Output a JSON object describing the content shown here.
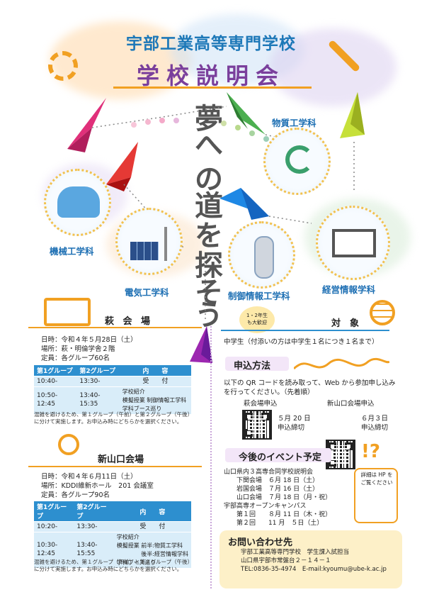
{
  "header": {
    "school": "宇部工業高等専門学校",
    "event": "学校説明会",
    "slogan": [
      "夢",
      "へ",
      "の",
      "道",
      "を",
      "探",
      "そ",
      "う"
    ]
  },
  "departments": {
    "material": "物質工学科",
    "mechanical": "機械工学科",
    "electrical": "電気工学科",
    "control": "制御情報工学科",
    "business": "経営情報学科"
  },
  "hagi": {
    "title": "萩 会 場",
    "date": "日時：令和４年５月28日（土）",
    "place": "場所：萩・明倫学舎２階",
    "capacity": "定員：各グループ60名",
    "headers": [
      "第1グループ",
      "第2グループ",
      "内　　容"
    ],
    "rows": [
      [
        "10:40-",
        "13:30-",
        "受　　付"
      ],
      [
        "10:50-\n12:45",
        "13:40-\n15:35",
        "学校紹介\n模擬授業 制御情報工学科\n学科ブース巡り"
      ]
    ],
    "note": "混雑を避けるため、第１グループ（午前）と第２グループ（午後）\nに分けて実施します。お申込み時にどちらかを選択ください。"
  },
  "shinyamaguchi": {
    "title": "新山口会場",
    "date": "日時：令和４年６月11日（土）",
    "place": "場所：KDDI維新ホール　201 会議室",
    "capacity": "定員：各グループ90名",
    "headers": [
      "第1グループ",
      "第2グループ",
      "内　　容"
    ],
    "rows": [
      [
        "10:20-",
        "13:30-",
        "受　　付"
      ],
      [
        "10:30-\n12:45",
        "13:40-\n15:55",
        "学校紹介\n模擬授業 前半:物質工学科\n　　　　 後半:経営情報学科\n学科ブース巡り"
      ]
    ],
    "note": "混雑を避けるため、第１グループ（午前）と第２グループ（午後）\nに分けて実施します。お申込み時にどちらかを選択ください。"
  },
  "target": {
    "title": "対　象",
    "badge": "1・2年生\nも大歓迎",
    "text": "中学生（付添いの方は中学生１名につき１名まで）"
  },
  "apply": {
    "title": "申込方法",
    "text": "以下の QR コードを読み取って、Web から参加申し込み\nを行ってください。（先着順）",
    "hagi_label": "萩会場申込",
    "hagi_deadline": "５月 20 日\n申込締切",
    "shin_label": "新山口会場申込",
    "shin_deadline": "６月３日\n申込締切"
  },
  "future": {
    "title": "今後のイベント予定",
    "lines": [
      "山口県内３高専合同学校説明会",
      "　　下関会場　６月 18 日（土）",
      "　　岩国会場　７月 16 日（土）",
      "　　山口会場　７月 18 日（月・祝）",
      "宇部高専オープンキャンパス",
      "　　第１回　　８月 11 日（木・祝）",
      "　　第２回　　11 月　５日（土）"
    ],
    "hp": "詳細は HP を\nご覧ください"
  },
  "contact": {
    "title": "お問い合わせ先",
    "lines": [
      "宇部工業高等専門学校　学生課入試担当",
      "山口県宇部市常盤台２－１４－１",
      "TEL:0836-35-4974　E-mail:kyoumu@ube-k.ac.jp"
    ]
  },
  "colors": {
    "blue": "#2d8fcf",
    "orange": "#f1a022",
    "purple": "#7a3f9c"
  }
}
